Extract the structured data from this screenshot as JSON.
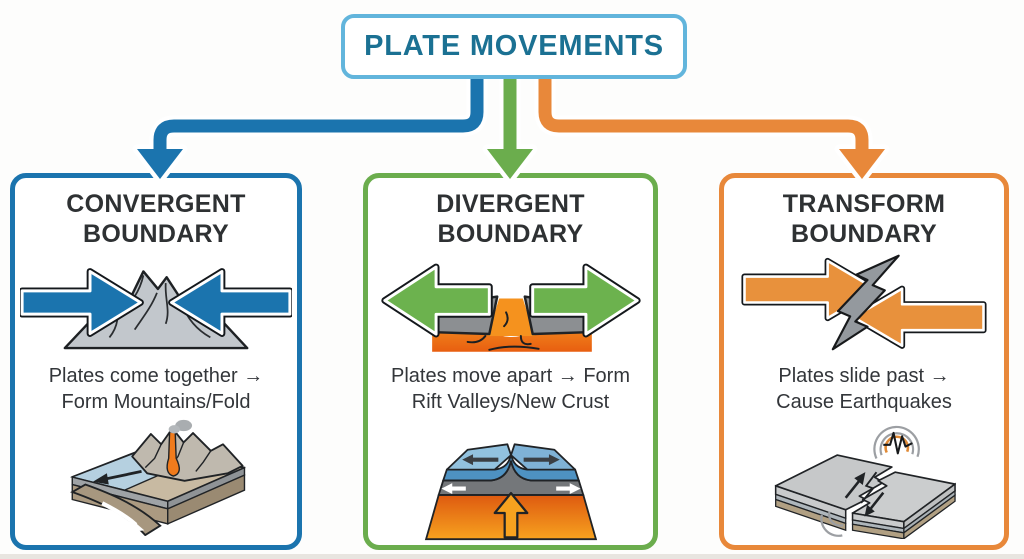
{
  "title": "PLATE MOVEMENTS",
  "colors": {
    "title_border": "#62B5DC",
    "title_text": "#1B7193",
    "convergent_accent": "#1B74AE",
    "divergent_accent": "#6BAD4D",
    "transform_accent": "#E8883A",
    "heading_text": "#2E3133",
    "body_text": "#33363A",
    "magma_orange": "#F07B1C",
    "plate_gray": "#8C8F92"
  },
  "boxes": [
    {
      "id": "convergent",
      "title_line1": "CONVERGENT",
      "title_line2": "BOUNDARY",
      "desc_line1": "Plates come together →",
      "desc_line2": "Form Mountains/Fold",
      "icon_top": "converging-arrows-mountain-icon",
      "icon_bottom": "subduction-volcano-icon"
    },
    {
      "id": "divergent",
      "title_line1": "DIVERGENT",
      "title_line2": "BOUNDARY",
      "desc_line1": "Plates move apart → Form",
      "desc_line2": "Rift Valleys/New Crust",
      "icon_top": "diverging-arrows-magma-icon",
      "icon_bottom": "rift-valley-cross-section-icon"
    },
    {
      "id": "transform",
      "title_line1": "TRANSFORM",
      "title_line2": "BOUNDARY",
      "desc_line1": "Plates slide past →",
      "desc_line2": "Cause Earthquakes",
      "icon_top": "sliding-arrows-fault-icon",
      "icon_bottom": "strike-slip-earthquake-icon"
    }
  ]
}
